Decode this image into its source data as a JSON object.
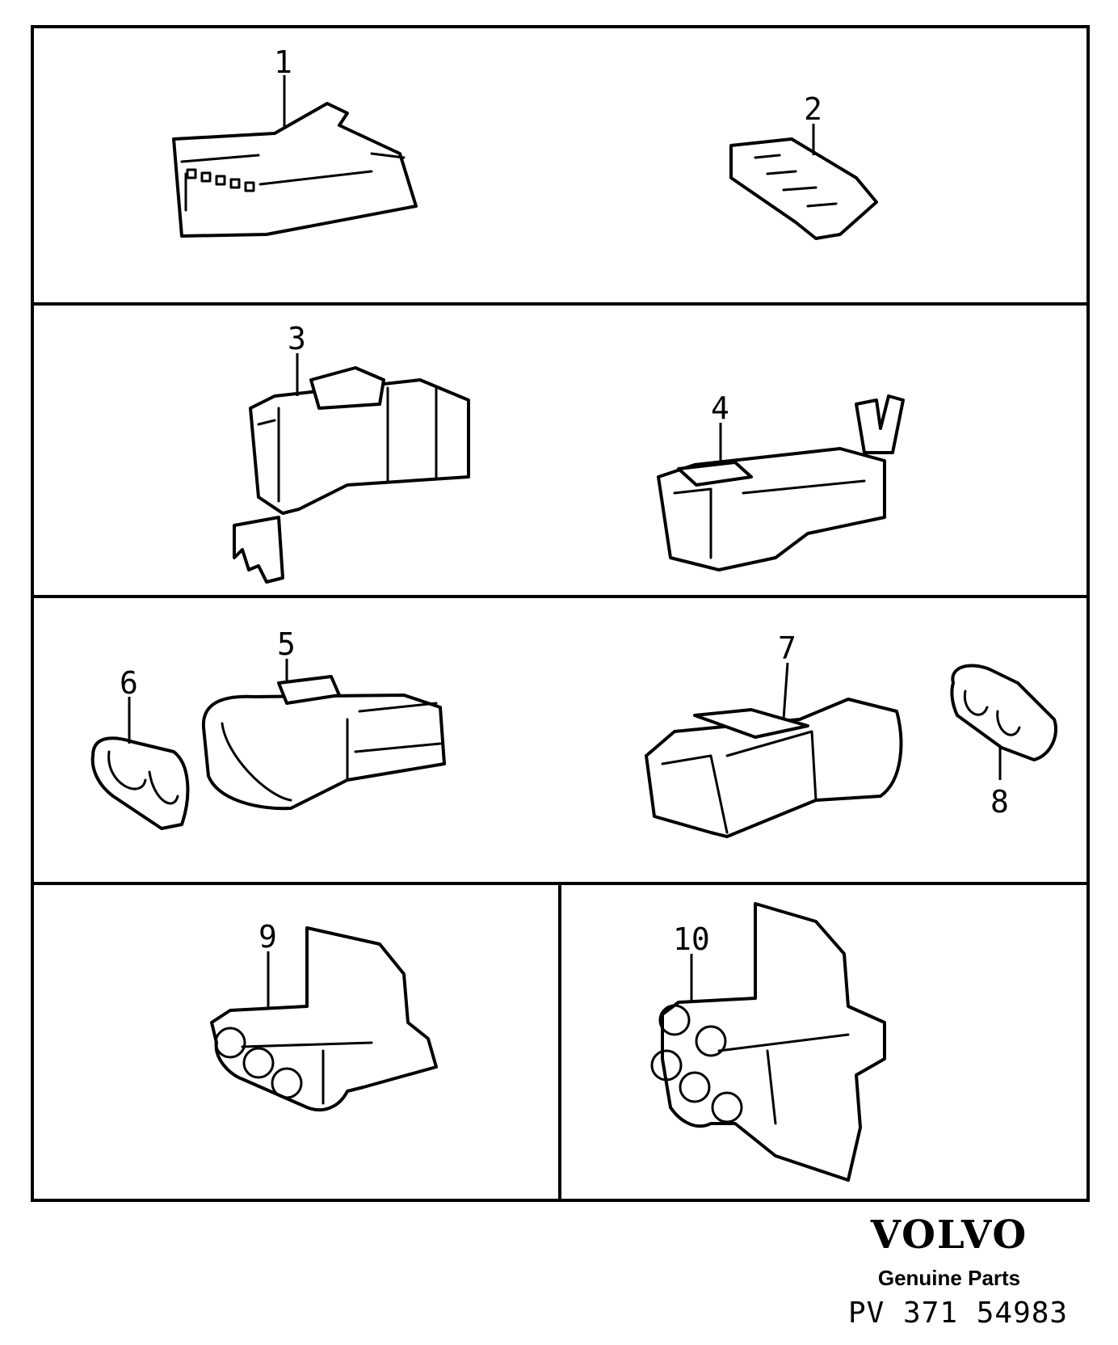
{
  "callouts": [
    "1",
    "2",
    "3",
    "4",
    "5",
    "6",
    "7",
    "8",
    "9",
    "10"
  ],
  "brand": {
    "logo": "VOLVO",
    "tagline": "Genuine Parts",
    "reference": "PV 371 54983"
  }
}
